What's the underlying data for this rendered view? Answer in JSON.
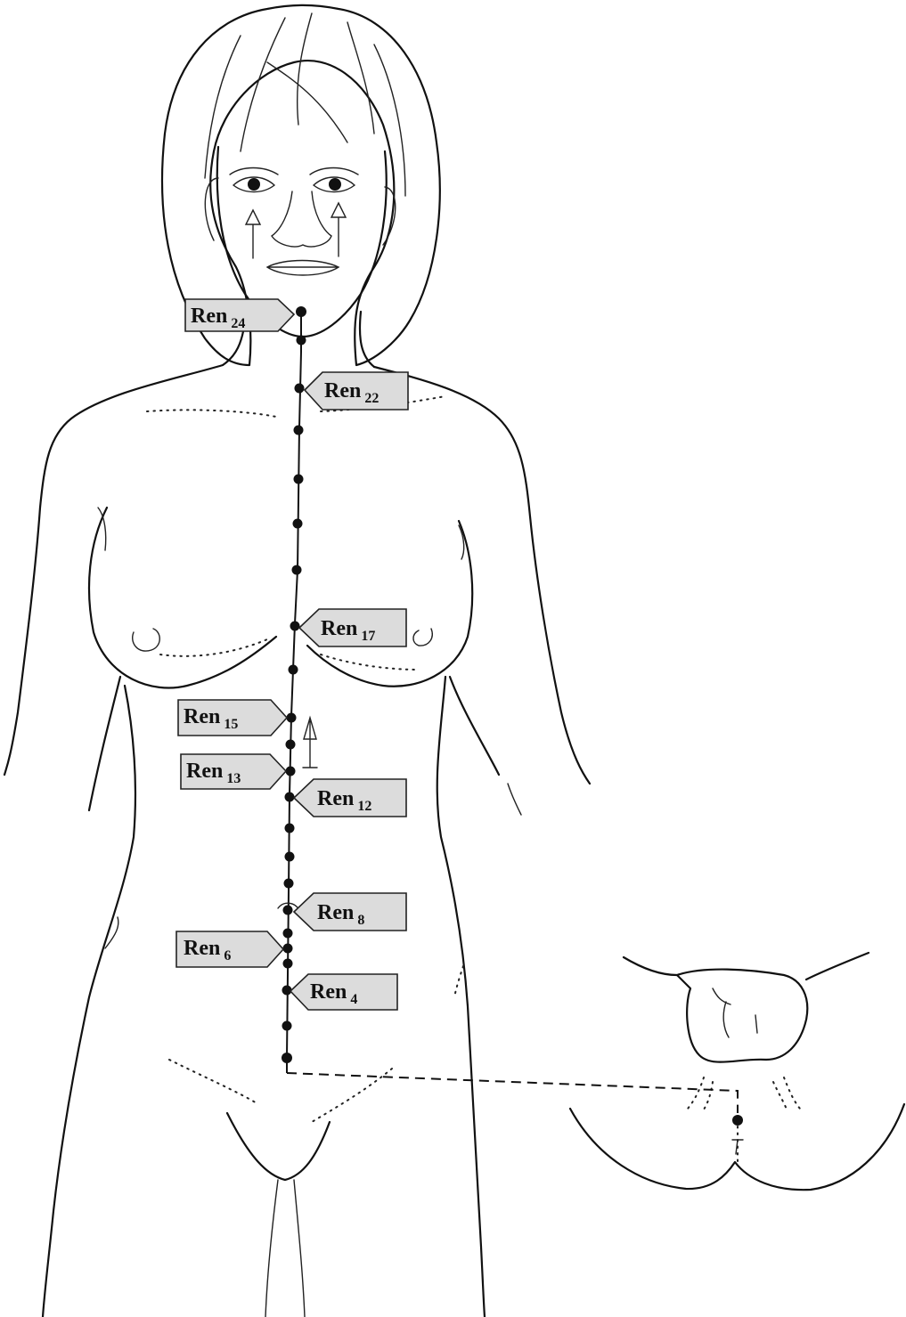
{
  "labels": [
    {
      "id": "ren-24",
      "name": "Ren",
      "num": "24"
    },
    {
      "id": "ren-22",
      "name": "Ren",
      "num": "22"
    },
    {
      "id": "ren-17",
      "name": "Ren",
      "num": "17"
    },
    {
      "id": "ren-15",
      "name": "Ren",
      "num": "15"
    },
    {
      "id": "ren-13",
      "name": "Ren",
      "num": "13"
    },
    {
      "id": "ren-12",
      "name": "Ren",
      "num": "12"
    },
    {
      "id": "ren-8",
      "name": "Ren",
      "num": "8"
    },
    {
      "id": "ren-6",
      "name": "Ren",
      "num": "6"
    },
    {
      "id": "ren-4",
      "name": "Ren",
      "num": "4"
    }
  ],
  "colors": {
    "line": "#111111",
    "label_fill": "#dcdcdc",
    "background": "#ffffff"
  }
}
